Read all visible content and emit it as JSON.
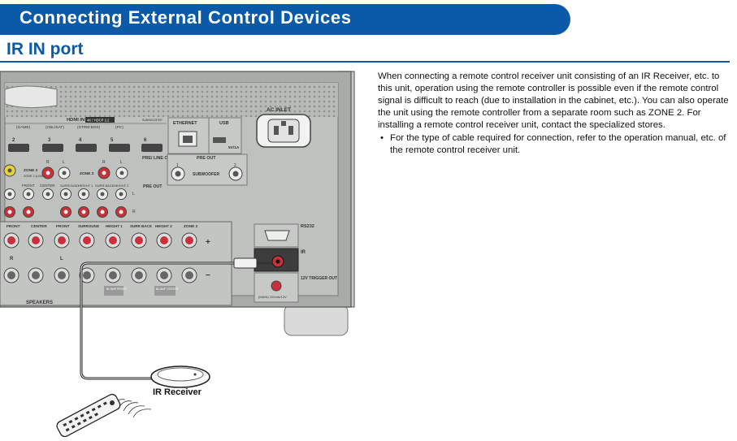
{
  "header": {
    "title": "Connecting External Control Devices",
    "section": "IR IN port"
  },
  "description": {
    "paragraph": "When connecting a remote control receiver unit consisting of an IR Receiver, etc. to this unit, operation using the remote controller is possible even if the remote control signal is difficult to reach (due to installation in the cabinet, etc.). You can also operate the unit using the remote controller from a separate room such as ZONE 2. For installing a remote control receiver unit, contact the specialized stores.",
    "bullet_marker": "•",
    "bullet": "For the type of cable required for connection, refer to the operation manual, etc. of the remote control receiver unit."
  },
  "diagram": {
    "ac_inlet": "AC INLET",
    "hdmi_in": "HDMI IN",
    "hdmi_badge": "4K / HDCP 2.2",
    "subwoofer_mark": "SUB/WOOFER",
    "hdmi_ports": [
      {
        "num": "2",
        "name": "(GAME)"
      },
      {
        "num": "3",
        "name": "(CBL/SAT)"
      },
      {
        "num": "4",
        "name": "(STRM BOX)"
      },
      {
        "num": "5",
        "name": "(PC)"
      },
      {
        "num": "6",
        "name": ""
      }
    ],
    "ethernet": "ETHERNET",
    "usb": "USB",
    "usb_rating": "5V/1A",
    "pre_line_out": "PRE/ LINE OUT",
    "pre_out": "PRE OUT",
    "subwoofer": "SUBWOOFER",
    "sw_num_1": "1",
    "sw_num_2": "2",
    "zone2_label": "ZONE 2",
    "zone2_sub": "ZONE 2 (LINE OUT)",
    "zone3": "ZONE 3",
    "letter_r": "R",
    "letter_l": "L",
    "front": "FRONT",
    "center": "CENTER",
    "surround": "SURROUND",
    "height1": "HEIGHT 1",
    "surr_back": "SURR BACK",
    "height2": "HEIGHT 2",
    "zone2_spk": "ZONE 2",
    "speakers": "SPEAKERS",
    "plus": "+",
    "minus": "−",
    "biamp_front": "BI-AMP FRONT",
    "biamp_center": "BI-AMP CENTER",
    "rs232": "RS232",
    "ir": "IR",
    "trigger": "12V TRIGGER OUT",
    "trigger_main": "(MAIN) 100mA/12V",
    "ir_receiver": "IR Receiver"
  },
  "colors": {
    "brand": "#0b5aa8",
    "panel": "#a9aba9",
    "jack_red": "#c8313a"
  }
}
